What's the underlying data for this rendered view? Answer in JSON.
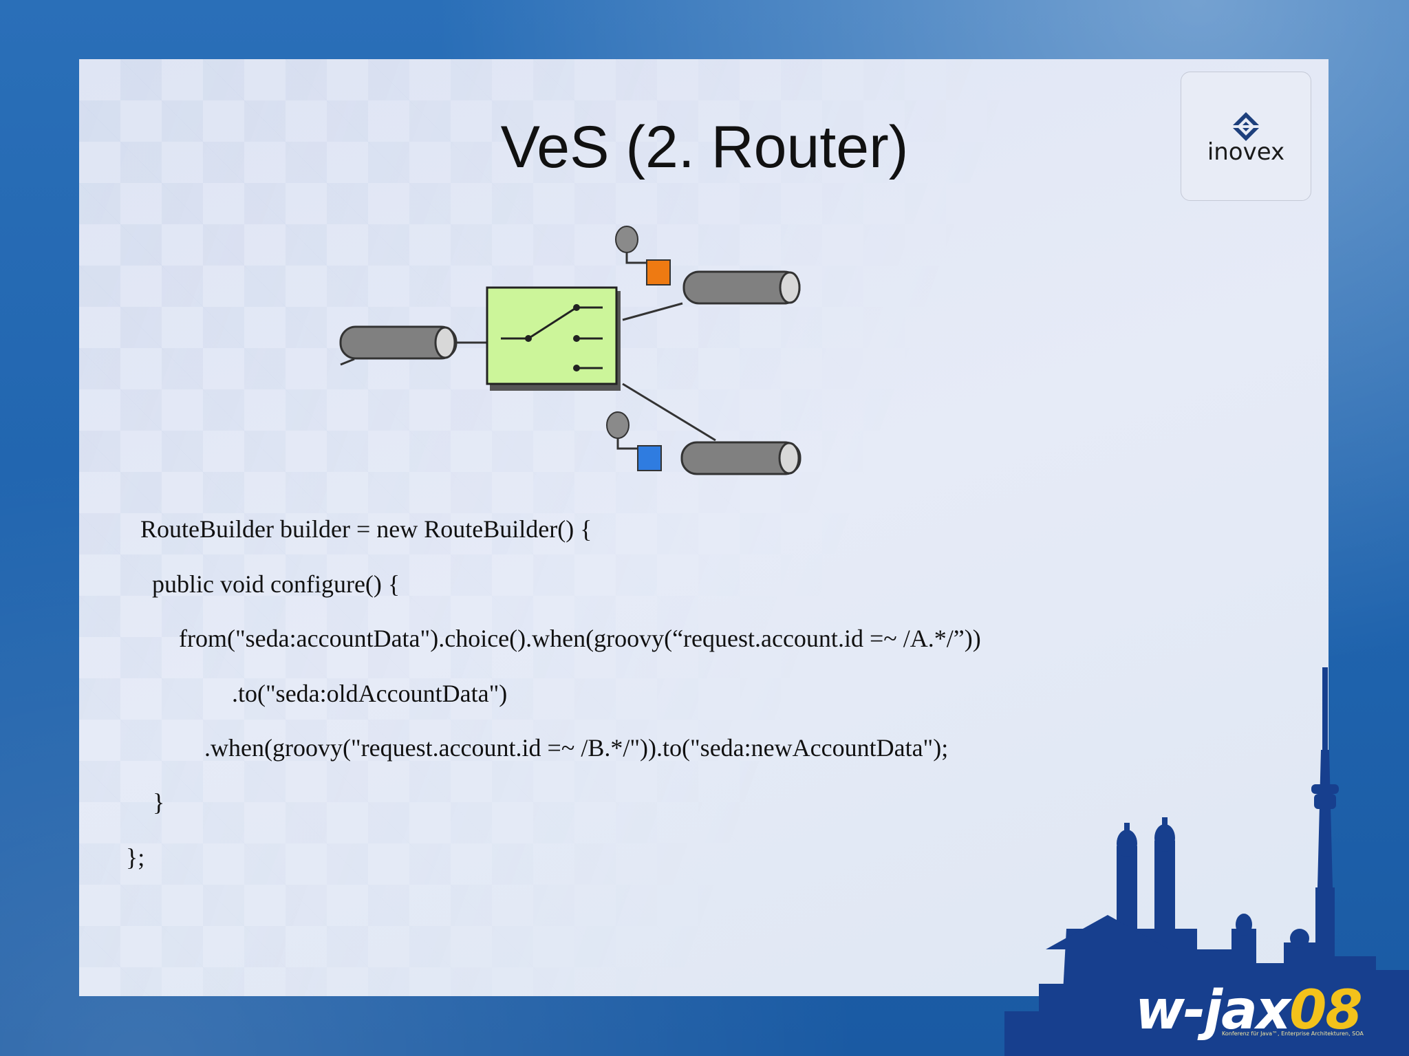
{
  "slide": {
    "title": "VeS (2. Router)"
  },
  "logo": {
    "text": "inovex"
  },
  "code": {
    "lines": [
      "RouteBuilder builder = new RouteBuilder() {",
      "public void configure() {",
      "from(\"seda:accountData\").choice().when(groovy(“request.account.id =~ /A.*/”))",
      ".to(\"seda:oldAccountData\")",
      ".when(groovy(\"request.account.id =~ /B.*/\")).to(\"seda:newAccountData\");",
      "}",
      "};"
    ]
  },
  "diagram": {
    "colors": {
      "router_fill": "#ccf59a",
      "pipe_fill": "#808080",
      "top_marker": "#ee7a12",
      "bottom_marker": "#2f7ce0"
    }
  },
  "brand": {
    "wjax_text": "w-jax",
    "wjax_number": "08",
    "tagline": "Konferenz für Java™, Enterprise Architekturen, SOA"
  },
  "colors": {
    "background": "#2067b0",
    "slide": "#e3e8f5",
    "title": "#111111"
  }
}
